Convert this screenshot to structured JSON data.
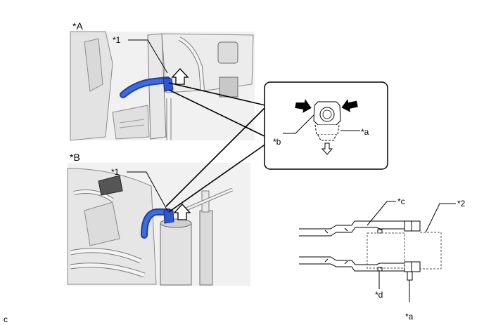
{
  "labels": {
    "view_a": "*A",
    "view_b": "*B",
    "callout_1_a": "*1",
    "callout_1_b": "*1",
    "callout_2": "*2",
    "callout_a_inset": "*a",
    "callout_a_section": "*a",
    "callout_b": "*b",
    "callout_c": "*c",
    "callout_d": "*d",
    "footer_code": "c"
  },
  "icons": {
    "push_arrow": "thick-black-arrow",
    "pull_arrow": "hollow-up-arrow",
    "release_arrow": "hollow-down-arrow"
  },
  "colors": {
    "hose_highlight": "#2f55d4",
    "line": "#000000",
    "inset_border": "#000000",
    "background": "#ffffff"
  }
}
